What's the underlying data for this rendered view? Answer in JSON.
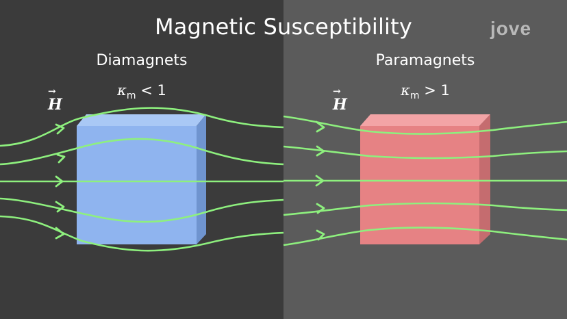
{
  "title": "Magnetic Susceptibility",
  "logo": "jove",
  "left": {
    "heading": "Diamagnets",
    "condition_symbol": "κ",
    "condition_sub": "m",
    "condition_rest": " < 1",
    "field_label": "H",
    "field_arrow": "→",
    "cube_color": "#8fb4ef",
    "field_line_color": "#8ef07e"
  },
  "right": {
    "heading": "Paramagnets",
    "condition_symbol": "κ",
    "condition_sub": "m",
    "condition_rest": " > 1",
    "field_label": "H",
    "field_arrow": "→",
    "cube_color": "#ee8587",
    "field_line_color": "#8ef07e"
  }
}
